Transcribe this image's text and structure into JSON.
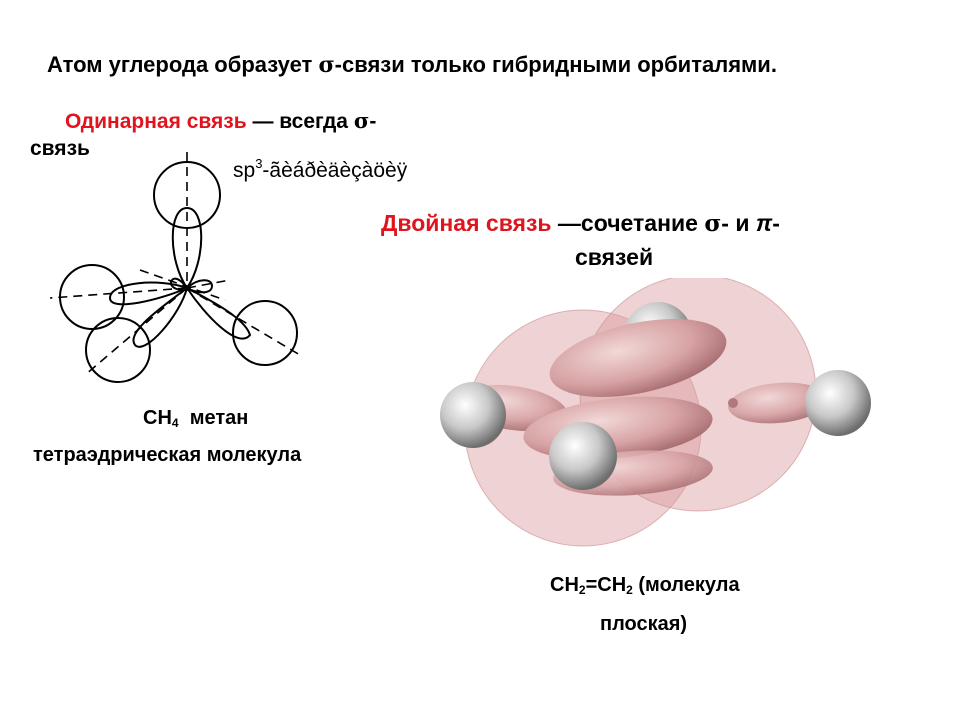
{
  "headline": {
    "before": "Атом углерода образует ",
    "sigma": "σ",
    "after": "-связи только гибридными орбиталями."
  },
  "single_bond": {
    "title": "Одинарная связь",
    "middle": " — всегда ",
    "sigma": "σ",
    "dash": "-",
    "line2": "связь"
  },
  "hybrid_label": {
    "base": "sp",
    "sup": "3",
    "rest": "-ãèáðèäèçàöèÿ"
  },
  "double_bond": {
    "title": "Двойная связь",
    "middle": " —сочетание ",
    "sigma": "σ",
    "and": "- и ",
    "pi": "π",
    "dash": "-",
    "line2": "связей"
  },
  "methane": {
    "formula_main": "CH",
    "formula_sub": "4",
    "name": "метан",
    "description": "тетраэдрическая молекула"
  },
  "ethylene": {
    "part1": "CH",
    "sub1": "2",
    "eq": "=CH",
    "sub2": "2",
    "note1": " (молекула",
    "note2": "плоская)"
  },
  "colors": {
    "accent_red": "#e0141e",
    "orbital_pink": "#d9a3a6",
    "hydrogen_gray": "#c8c8c8"
  }
}
